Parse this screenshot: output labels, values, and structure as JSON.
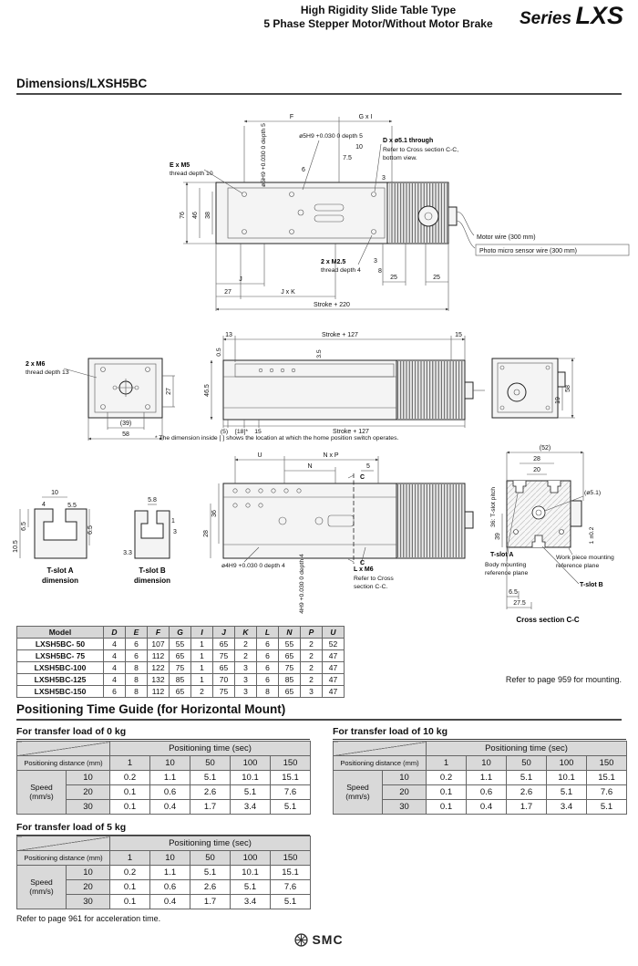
{
  "header": {
    "line1": "High Rigidity Slide Table Type",
    "line2": "5 Phase Stepper Motor/Without Motor Brake",
    "series_word": "Series",
    "series_name": "LXS"
  },
  "dimensions_section": {
    "title": "Dimensions/LXSH5BC"
  },
  "dg1": {
    "f": "F",
    "gxi": "G x I",
    "hole_h": "ø5H9 +0.030 0 depth 5",
    "hole_v": "ø5H9 +0.030 0 depth 5",
    "d_hole": "D x ø5.1 through",
    "d_ref1": "Refer to Cross section C-C,",
    "d_ref2": "bottom view.",
    "n10": "10",
    "n75": "7.5",
    "n6": "6",
    "n3t": "3",
    "e_m5": "E x M5",
    "e_m5_sub": "thread depth 10",
    "v76": "76",
    "v46": "46",
    "v38": "38",
    "m25": "2 x M2.5",
    "m25_sub": "thread depth 4",
    "n3b": "3",
    "n8": "8",
    "n25a": "25",
    "n25b": "25",
    "j": "J",
    "n27": "27",
    "jxk": "J x K",
    "stroke": "Stroke + 220",
    "motor_wire": "Motor wire (300 mm)",
    "sensor_wire": "Photo micro sensor wire (300 mm)"
  },
  "dg2": {
    "m6": "2 x M6",
    "m6_sub": "thread depth 13",
    "n13": "13",
    "stroke_top": "Stroke + 127",
    "n15t": "15",
    "n05": "0.5",
    "n35": "3.5",
    "n465": "46.5",
    "n27": "27",
    "n39": "(39)",
    "n58l": "58",
    "n5": "(5)",
    "n18": "[18]*",
    "n15b": "15",
    "stroke_bot": "Stroke + 127",
    "n19": "19",
    "n58r": "58",
    "note": "* The dimension inside [ ] shows the location at which the home position switch operates."
  },
  "dg3": {
    "u": "U",
    "nxp": "N x P",
    "n": "N",
    "n5": "5",
    "c_top": "C",
    "c_bot": "C",
    "n36": "36",
    "n28": "28",
    "hole4_h": "ø4H9 +0.030 0 depth 4",
    "hole4_v": "4H9 +0.030 0 depth 4",
    "lm6": "L x M6",
    "lm6_ref1": "Refer to Cross",
    "lm6_ref2": "section C-C.",
    "tslotA": {
      "n10": "10",
      "n4": "4",
      "n55": "5.5",
      "n65l": "6.5",
      "n105": "10.5",
      "n65r": "6.5",
      "cap1": "T-slot A",
      "cap2": "dimension"
    },
    "tslotB": {
      "n58": "5.8",
      "n1": "1",
      "n3": "3",
      "n33": "3.3",
      "cap1": "T-slot B",
      "cap2": "dimension"
    },
    "cc": {
      "n52": "(52)",
      "n28": "28",
      "n20": "20",
      "pitch": "36: T-slot pitch",
      "n39": "39",
      "d51": "(ø5.1)",
      "n102": "1 ±0.2",
      "tslot_a": "T-slot A",
      "body1": "Body mounting",
      "body2": "reference plane",
      "work1": "Work piece mounting",
      "work2": "reference plane",
      "tslot_b": "T-slot B",
      "n65": "6.5",
      "n275": "27.5",
      "caption": "Cross section C-C"
    }
  },
  "dim_table": {
    "headers": [
      "Model",
      "D",
      "E",
      "F",
      "G",
      "I",
      "J",
      "K",
      "L",
      "N",
      "P",
      "U"
    ],
    "rows": [
      {
        "model": "LXSH5BC- 50",
        "v": [
          "4",
          "6",
          "107",
          "55",
          "1",
          "65",
          "2",
          "6",
          "55",
          "2",
          "52"
        ]
      },
      {
        "model": "LXSH5BC- 75",
        "v": [
          "4",
          "6",
          "112",
          "65",
          "1",
          "75",
          "2",
          "6",
          "65",
          "2",
          "47"
        ]
      },
      {
        "model": "LXSH5BC-100",
        "v": [
          "4",
          "8",
          "122",
          "75",
          "1",
          "65",
          "3",
          "6",
          "75",
          "2",
          "47"
        ]
      },
      {
        "model": "LXSH5BC-125",
        "v": [
          "4",
          "8",
          "132",
          "85",
          "1",
          "70",
          "3",
          "6",
          "85",
          "2",
          "47"
        ]
      },
      {
        "model": "LXSH5BC-150",
        "v": [
          "6",
          "8",
          "112",
          "65",
          "2",
          "75",
          "3",
          "8",
          "65",
          "3",
          "47"
        ]
      }
    ],
    "note": "Refer to page 959 for mounting."
  },
  "positioning": {
    "title": "Positioning Time Guide (for Horizontal Mount)",
    "time_header": "Positioning time (sec)",
    "distance_label": "Positioning distance (mm)",
    "speed_label1": "Speed",
    "speed_label2": "(mm/s)",
    "distances": [
      "1",
      "10",
      "50",
      "100",
      "150"
    ],
    "tables": [
      {
        "title": "For transfer load of 0 kg",
        "rows": [
          {
            "speed": "10",
            "v": [
              "0.2",
              "1.1",
              "5.1",
              "10.1",
              "15.1"
            ]
          },
          {
            "speed": "20",
            "v": [
              "0.1",
              "0.6",
              "2.6",
              "5.1",
              "7.6"
            ]
          },
          {
            "speed": "30",
            "v": [
              "0.1",
              "0.4",
              "1.7",
              "3.4",
              "5.1"
            ]
          }
        ]
      },
      {
        "title": "For transfer load of 10 kg",
        "rows": [
          {
            "speed": "10",
            "v": [
              "0.2",
              "1.1",
              "5.1",
              "10.1",
              "15.1"
            ]
          },
          {
            "speed": "20",
            "v": [
              "0.1",
              "0.6",
              "2.6",
              "5.1",
              "7.6"
            ]
          },
          {
            "speed": "30",
            "v": [
              "0.1",
              "0.4",
              "1.7",
              "3.4",
              "5.1"
            ]
          }
        ]
      },
      {
        "title": "For transfer load of 5 kg",
        "rows": [
          {
            "speed": "10",
            "v": [
              "0.2",
              "1.1",
              "5.1",
              "10.1",
              "15.1"
            ]
          },
          {
            "speed": "20",
            "v": [
              "0.1",
              "0.6",
              "2.6",
              "5.1",
              "7.6"
            ]
          },
          {
            "speed": "30",
            "v": [
              "0.1",
              "0.4",
              "1.7",
              "3.4",
              "5.1"
            ]
          }
        ]
      }
    ],
    "note": "Refer to page 961 for acceleration time."
  },
  "footer": {
    "logo": "SMC"
  }
}
